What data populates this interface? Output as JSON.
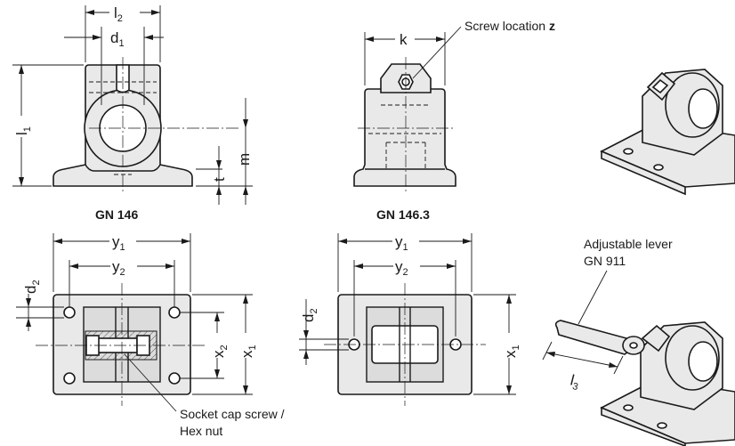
{
  "views": {
    "gn146": {
      "caption": "GN 146",
      "dims": {
        "l2": "l",
        "l2_sub": "2",
        "d1": "d",
        "d1_sub": "1",
        "l1": "l",
        "l1_sub": "1",
        "m": "m",
        "t": "t"
      }
    },
    "gn1463": {
      "caption": "GN 146.3",
      "dims": {
        "k": "k"
      },
      "screw_label": "Screw location ",
      "screw_label_bold": "z"
    },
    "top_left": {
      "dims": {
        "y1": "y",
        "y1_sub": "1",
        "y2": "y",
        "y2_sub": "2",
        "d2": "d",
        "d2_sub": "2",
        "x2": "x",
        "x2_sub": "2",
        "x1": "x",
        "x1_sub": "1"
      },
      "note_line1": "Socket cap screw /",
      "note_line2": "Hex nut"
    },
    "top_mid": {
      "dims": {
        "y1": "y",
        "y1_sub": "1",
        "y2": "y",
        "y2_sub": "2",
        "d2": "d",
        "d2_sub": "2",
        "x1": "x",
        "x1_sub": "1"
      }
    },
    "iso_lever": {
      "lever_line1": "Adjustable lever",
      "lever_line2": "GN 911",
      "l3": "l",
      "l3_sub": "3"
    }
  }
}
